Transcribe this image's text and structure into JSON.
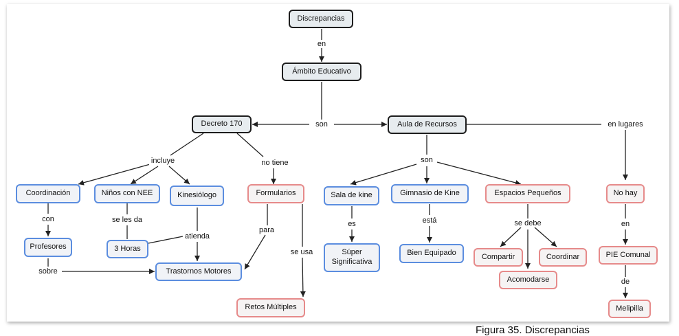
{
  "nodes": {
    "discrepancias": "Discrepancias",
    "ambito_educativo": "Ámbito Educativo",
    "decreto_170": "Decreto 170",
    "aula_de_recursos": "Aula de Recursos",
    "coordinacion": "Coordinación",
    "ninos_con_nee": "Niños con NEE",
    "kinesiologo": "Kinesiólogo",
    "formularios": "Formularios",
    "sala_de_kine": "Sala de kine",
    "gimnasio_de_kine": "Gimnasio de Kine",
    "espacios_pequenos": "Espacios Pequeños",
    "no_hay": "No hay",
    "profesores": "Profesores",
    "tres_horas": "3 Horas",
    "trastornos_motores": "Trastornos Motores",
    "super_significativa": "Súper Significativa",
    "bien_equipado": "Bien Equipado",
    "compartir": "Compartir",
    "coordinar": "Coordinar",
    "acomodarse": "Acomodarse",
    "pie_comunal": "PIE Comunal",
    "retos_multiples": "Retos Múltiples",
    "melipilla": "Melipilla"
  },
  "links": {
    "en": "en",
    "son_top": "son",
    "en_lugares": "en lugares",
    "incluye": "incluye",
    "no_tiene": "no tiene",
    "son_aula": "son",
    "con": "con",
    "se_les_da": "se les da",
    "atienda": "atienda",
    "para": "para",
    "se_usa": "se usa",
    "es": "es",
    "esta": "está",
    "se_debe": "se debe",
    "en_pie": "en",
    "sobre": "sobre",
    "de": "de"
  },
  "caption": "Figura 35. Discrepancias",
  "colors": {
    "border_black": "#1d1d1d",
    "border_blue": "#5b8ddf",
    "border_red": "#e68a8a",
    "line": "#222222"
  }
}
